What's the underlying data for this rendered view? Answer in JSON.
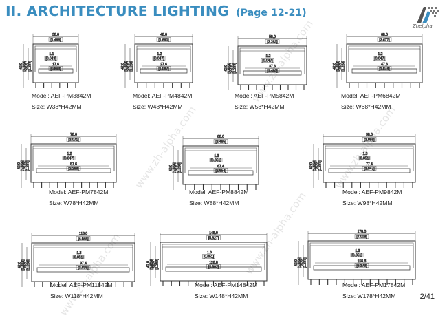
{
  "header": {
    "title": "II. ARCHITECTURE LIGHTING",
    "subtitle": "(Page 12-21)"
  },
  "brand": {
    "name": "Zhelpha",
    "watermark": "www.zh-alpha.com"
  },
  "page_number": "2/41",
  "products": [
    {
      "model": "Model: AEF-PM3842M",
      "size": "Size: W38*H42MM",
      "w": "38.0",
      "w_in": "[1.496]",
      "lens": "1.1",
      "lens_in": "[0.043]",
      "inner": "17.6",
      "inner_in": "[0.693]",
      "h": "42.0",
      "h_in": "[1.654]",
      "h2": "32.6",
      "h2_in": "[1.283]"
    },
    {
      "model": "Model: AEF-PM4842M",
      "size": "Size: W48*H42MM",
      "w": "48.0",
      "w_in": "[1.890]",
      "lens": "1.2",
      "lens_in": "[0.047]",
      "inner": "27.6",
      "inner_in": "[1.087]",
      "h": "42.0",
      "h_in": "[1.654]",
      "h2": "32.6",
      "h2_in": "[1.283]"
    },
    {
      "model": "Model: AEF-PM5842M",
      "size": "Size: W58*H42MM",
      "w": "58.0",
      "w_in": "[2.283]",
      "lens": "1.2",
      "lens_in": "[0.047]",
      "inner": "37.6",
      "inner_in": "[1.480]",
      "h": "42.0",
      "h_in": "[1.654]",
      "h2": "32.6",
      "h2_in": "[1.283]"
    },
    {
      "model": "Model: AEF-PM6842M",
      "size": "Size: W68*H42MM",
      "w": "68.0",
      "w_in": "[2.677]",
      "lens": "1.2",
      "lens_in": "[0.047]",
      "inner": "47.6",
      "inner_in": "[1.874]",
      "h": "42.0",
      "h_in": "[1.654]",
      "h2": "32.6",
      "h2_in": "[1.283]"
    },
    {
      "model": "Model: AEF-PM7842M",
      "size": "Size: W78*H42MM",
      "w": "78.0",
      "w_in": "[3.071]",
      "lens": "1.2",
      "lens_in": "[0.047]",
      "inner": "57.6",
      "inner_in": "[2.268]",
      "h": "42.0",
      "h_in": "[1.654]",
      "h2": "32.6",
      "h2_in": "[1.283]"
    },
    {
      "model": "Model: AEF-PM8842M",
      "size": "Size: W88*H42MM",
      "w": "88.0",
      "w_in": "[3.465]",
      "lens": "1.3",
      "lens_in": "[0.051]",
      "inner": "67.4",
      "inner_in": "[2.654]",
      "h": "42.0",
      "h_in": "[1.654]",
      "h2": "32.6",
      "h2_in": "[1.283]"
    },
    {
      "model": "Model: AEF-PM9842M",
      "size": "Size: W98*H42MM",
      "w": "98.0",
      "w_in": "[3.858]",
      "lens": "1.3",
      "lens_in": "[0.051]",
      "inner": "77.4",
      "inner_in": "[3.047]",
      "h": "42.0",
      "h_in": "[1.654]",
      "h2": "32.6",
      "h2_in": "[1.283]"
    },
    {
      "model": "Model: AEF-PM11842M",
      "size": "Size: W118*H42MM",
      "w": "118.0",
      "w_in": "[4.646]",
      "lens": "1.3",
      "lens_in": "[0.051]",
      "inner": "97.4",
      "inner_in": "[3.835]",
      "h": "42.0",
      "h_in": "[1.654]",
      "h2": "32.6",
      "h2_in": "[1.283]"
    },
    {
      "model": "Model: AEF-PM14842M",
      "size": "Size: W148*H42MM",
      "w": "148.0",
      "w_in": "[5.827]",
      "lens": "1.3",
      "lens_in": "[0.051]",
      "inner": "126.8",
      "inner_in": "[4.992]",
      "h": "42.0",
      "h_in": "[1.654]",
      "h2": "32.6",
      "h2_in": "[1.283]"
    },
    {
      "model": "Model: AEF-PM17842M",
      "size": "Size: W178*H42MM",
      "w": "178.0",
      "w_in": "[7.008]",
      "lens": "1.3",
      "lens_in": "[0.051]",
      "inner": "156.8",
      "inner_in": "[6.173]",
      "h": "42.0",
      "h_in": "[1.654]",
      "h2": "32.6",
      "h2_in": "[1.283]"
    }
  ]
}
